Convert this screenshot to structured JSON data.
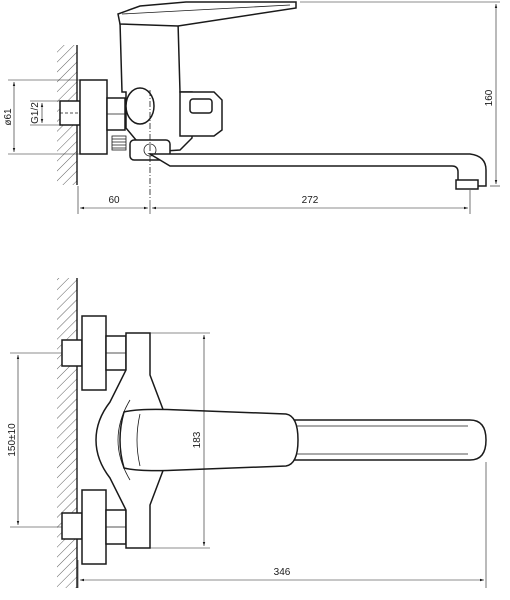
{
  "dimensions": {
    "wall_offset": "60",
    "spout_reach_side": "272",
    "total_height": "160",
    "flange_diameter": "ø61",
    "thread_size": "G1/2",
    "centers": "150±10",
    "body_height": "183",
    "total_length": "346"
  },
  "colors": {
    "stroke": "#1a1a1a",
    "background": "#ffffff"
  }
}
